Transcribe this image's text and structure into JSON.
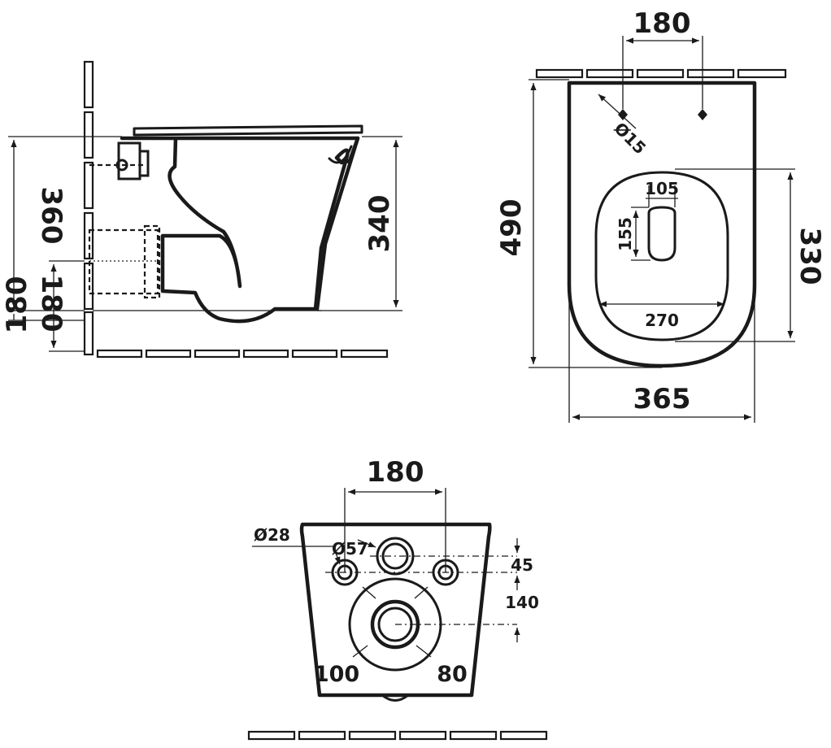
{
  "side_view": {
    "height_total": "360",
    "height_lower": "180",
    "height_inlet": "180",
    "depth_height": "340"
  },
  "top_view": {
    "bolt_spacing": "180",
    "bolt_diameter": "Ø15",
    "length": "490",
    "width": "365",
    "opening_length": "330",
    "opening_width": "270",
    "outlet_width": "105",
    "outlet_length": "155"
  },
  "back_view": {
    "bolt_spacing": "180",
    "bolt_hole_diameter": "Ø28",
    "inlet_diameter": "Ø57",
    "offset_upper": "45",
    "offset_lower": "140",
    "outlet_outer_diameter": "100",
    "outlet_inner_diameter": "80"
  }
}
